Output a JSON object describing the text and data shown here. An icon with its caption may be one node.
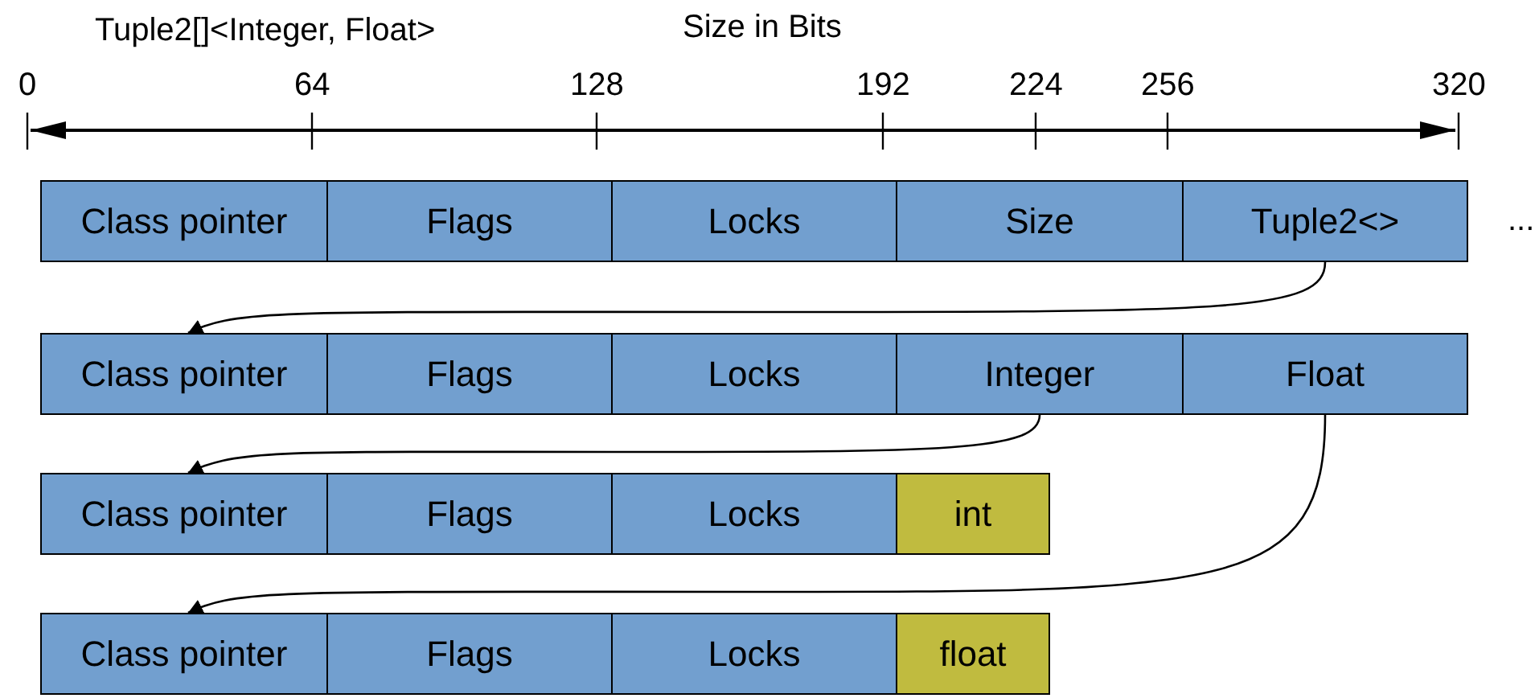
{
  "diagram": {
    "title": "Tuple2[]<Integer, Float>",
    "nodes": [
      {
        "text": [
          "Class pointer"
        ]
      },
      {
        "text": [
          "Flags"
        ]
      },
      {
        "text": [
          "Locks"
        ]
      },
      {
        "text": [
          "Size"
        ]
      },
      {
        "text": [
          "Tuple2<>"
        ]
      },
      {
        "text": [
          "Class pointer"
        ]
      },
      {
        "text": [
          "Flags"
        ]
      },
      {
        "text": [
          "Locks"
        ]
      },
      {
        "text": [
          "Integer"
        ]
      },
      {
        "text": [
          "Float"
        ]
      },
      {
        "text": [
          "Class pointer"
        ]
      },
      {
        "text": [
          "Flags"
        ]
      },
      {
        "text": [
          "Locks"
        ]
      },
      {
        "text": [
          "int"
        ]
      },
      {
        "text": [
          "Class pointer"
        ]
      },
      {
        "text": [
          "Flags"
        ]
      },
      {
        "text": [
          "Locks"
        ]
      },
      {
        "text": [
          "float"
        ]
      }
    ],
    "edges": [
      {
        "from": 4,
        "to": 5,
        "arrow": "to"
      },
      {
        "from": 8,
        "to": 10,
        "arrow": "to"
      },
      {
        "from": 9,
        "to": 14,
        "arrow": "to"
      }
    ],
    "labels": [
      "Size in Bits",
      "0",
      "64",
      "128",
      "192",
      "224",
      "256",
      "320",
      "..."
    ]
  }
}
